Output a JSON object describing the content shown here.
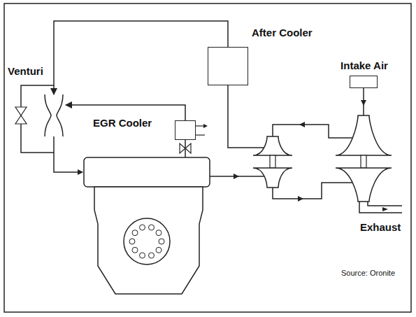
{
  "diagram": {
    "nodes": [
      {
        "text": [
          "After Cooler"
        ]
      },
      {
        "text": [
          "Intake Air"
        ]
      },
      {
        "text": [
          "Venturi"
        ]
      },
      {
        "text": [
          "EGR Cooler"
        ]
      }
    ],
    "edges": [
      {
        "from": 0,
        "to": 2,
        "arrow": "to"
      },
      {
        "from": 3,
        "to": 2,
        "arrow": "to"
      }
    ],
    "labels": [
      "Exhaust",
      "Source: Oronite"
    ]
  }
}
